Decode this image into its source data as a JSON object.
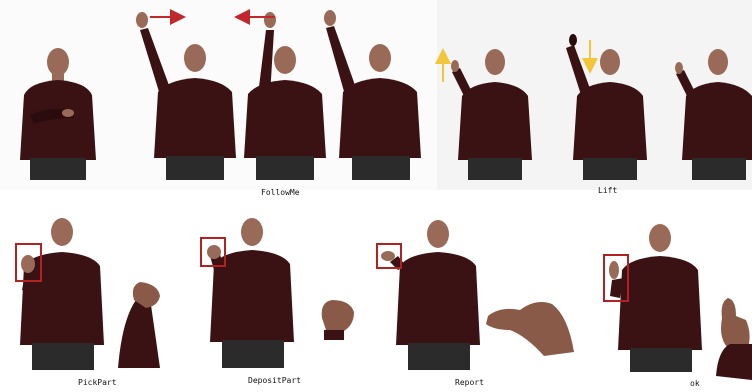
{
  "captions": {
    "follow_me": "FollowMe",
    "lift": "Lift",
    "pick_part": "PickPart",
    "deposit_part": "DepositPart",
    "report": "Report",
    "ok": "ok"
  },
  "colors": {
    "shirt": "#3a1214",
    "shirt_shadow": "#2a0c0e",
    "skin": "#9a6a58",
    "pants": "#2b2b2b",
    "highlight_box": "#b22222",
    "arrow_red": "#c0282c",
    "arrow_yellow": "#f2c53a"
  }
}
